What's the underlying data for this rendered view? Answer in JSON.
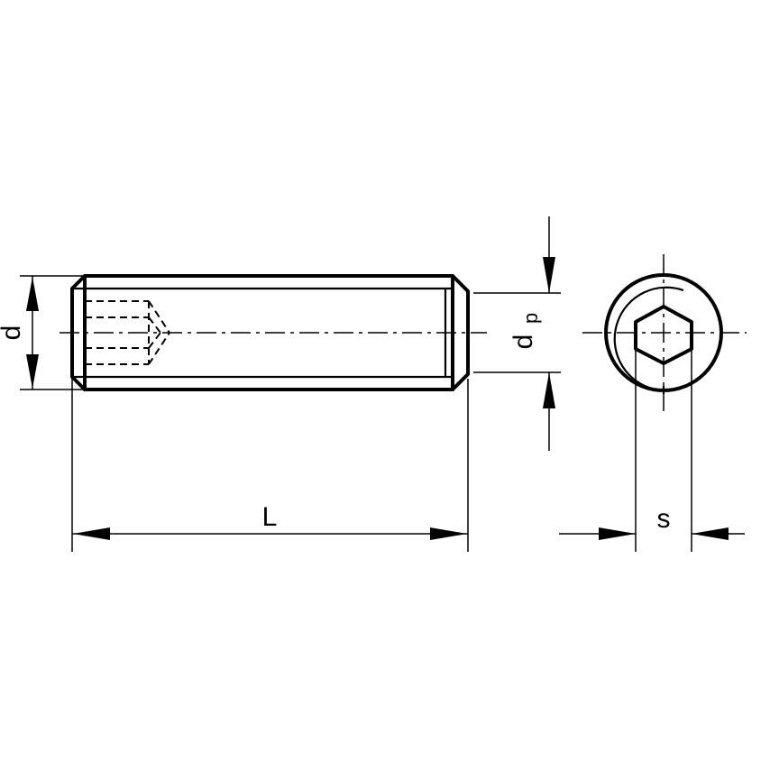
{
  "figure": {
    "labels": {
      "d": "d",
      "dp_main": "d",
      "dp_sub": "p",
      "L": "L",
      "s": "s"
    }
  }
}
